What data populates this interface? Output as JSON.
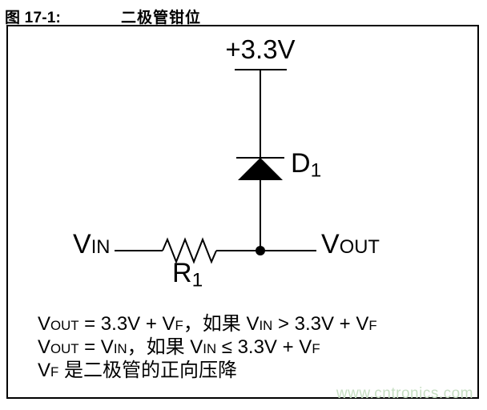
{
  "header": {
    "figure_label": "图 17-1:",
    "figure_title": "二极管钳位"
  },
  "schematic": {
    "supply_label": "+3.3V",
    "diode_ref": {
      "base": "D",
      "sub": "1"
    },
    "resistor_ref": {
      "base": "R",
      "sub": "1"
    },
    "vin": {
      "base": "V",
      "small": "IN"
    },
    "vout": {
      "base": "V",
      "small": "OUT"
    }
  },
  "notes": {
    "line1": {
      "p1": "V",
      "s1": "OUT",
      "p2": " = 3.3V + V",
      "s2": "F",
      "p3": "，如果 V",
      "s3": "IN",
      "p4": " > 3.3V + V",
      "s4": "F"
    },
    "line2": {
      "p1": "V",
      "s1": "OUT",
      "p2": " = V",
      "s2": "IN",
      "p3": "，如果 V",
      "s3": "IN",
      "p4": " ≤ 3.3V + V",
      "s4": "F"
    },
    "line3": {
      "p1": "V",
      "s1": "F",
      "p2": " 是二极管的正向压降"
    }
  },
  "watermark": "www.cntronics.com",
  "colors": {
    "ink": "#000000",
    "background": "#ffffff",
    "watermark": "#c6dec2"
  }
}
